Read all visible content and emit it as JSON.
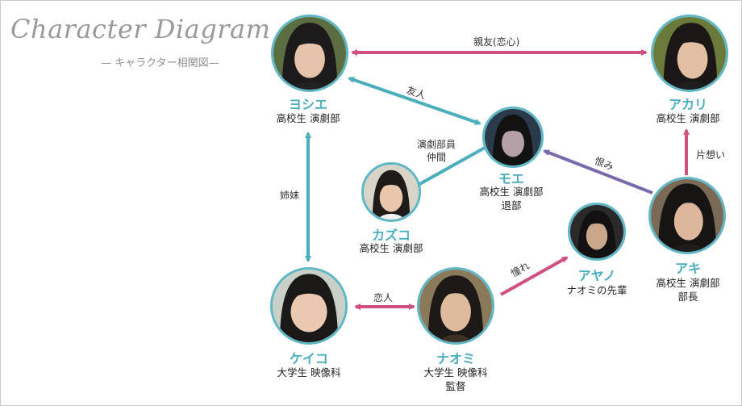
{
  "header": {
    "title": "Character Diagram",
    "subtitle": "— キャラクター相関図—"
  },
  "characters": {
    "yoshie": {
      "name": "ヨシエ",
      "line1": "高校生 演劇部",
      "line2": ""
    },
    "akari": {
      "name": "アカリ",
      "line1": "高校生 演劇部",
      "line2": ""
    },
    "moe": {
      "name": "モエ",
      "line1": "高校生 演劇部",
      "line2": "退部"
    },
    "kazuko": {
      "name": "カズコ",
      "line1": "高校生 演劇部",
      "line2": ""
    },
    "aki": {
      "name": "アキ",
      "line1": "高校生 演劇部",
      "line2": "部長"
    },
    "ayano": {
      "name": "アヤノ",
      "line1": "ナオミの先輩",
      "line2": ""
    },
    "keiko": {
      "name": "ケイコ",
      "line1": "大学生 映像科",
      "line2": ""
    },
    "naomi": {
      "name": "ナオミ",
      "line1": "大学生 映像科",
      "line2": "監督"
    }
  },
  "relations": {
    "yoshie_akari": "親友(恋心)",
    "yoshie_moe": "友人",
    "moe_kazuko_1": "演劇部員",
    "moe_kazuko_2": "仲間",
    "aki_moe": "恨み",
    "aki_akari": "片想い",
    "yoshie_keiko": "姉妹",
    "keiko_naomi": "恋人",
    "naomi_ayano": "憧れ"
  },
  "colors": {
    "pink": "#d0517f",
    "teal": "#4aaebd",
    "purple": "#7b6aab",
    "ring": "#5fb6c4",
    "label": "#4aaebd"
  }
}
